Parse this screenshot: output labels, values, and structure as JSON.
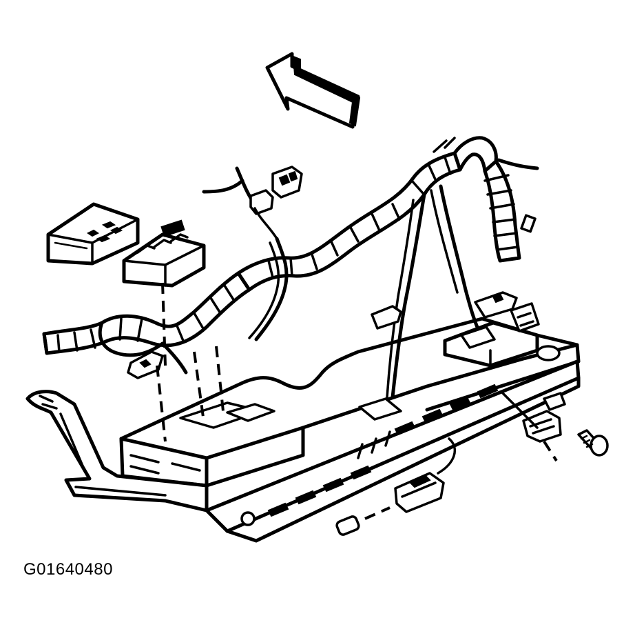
{
  "figure": {
    "caption": "G01640480"
  },
  "colors": {
    "ink": "#000000",
    "paper": "#ffffff"
  },
  "parts": [
    "direction-arrow",
    "relay-box",
    "connector-block",
    "wiring-harness",
    "harness-branch-left",
    "harness-branch-right",
    "mounting-bracket",
    "bracket-rail",
    "left-support-arm",
    "clip-connector",
    "retaining-bolt",
    "push-pin-fastener"
  ]
}
